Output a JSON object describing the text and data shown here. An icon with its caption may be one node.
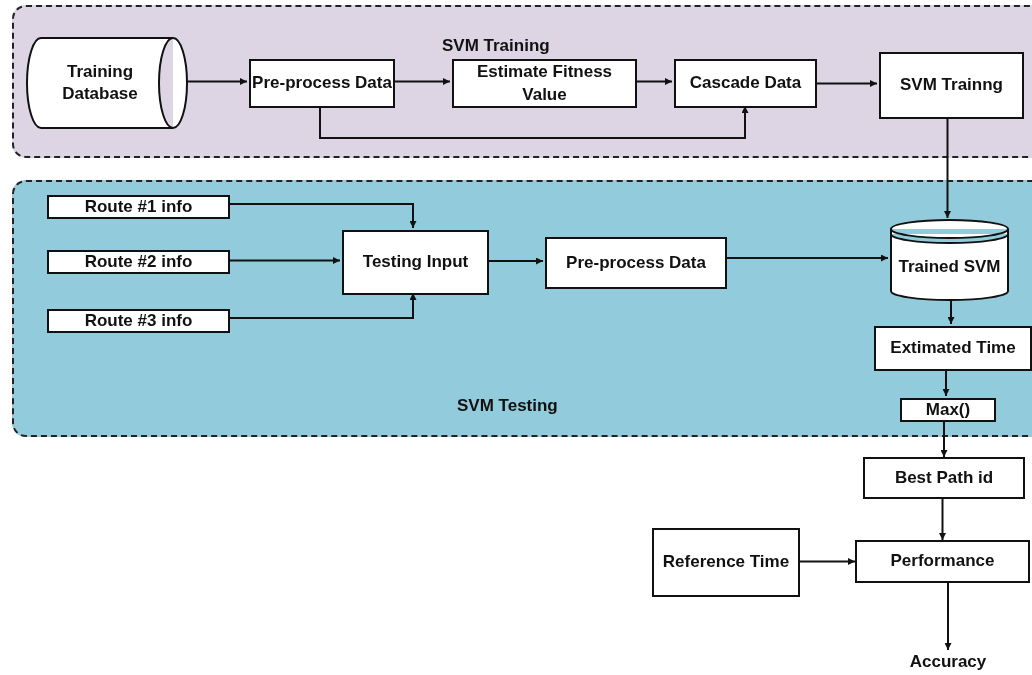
{
  "diagram": {
    "nodes": [
      {
        "text": [
          "SVM Training"
        ]
      },
      {
        "text": [
          "Training Database"
        ],
        "in": 0
      },
      {
        "text": [
          "Pre-process Data"
        ],
        "in": 0
      },
      {
        "text": [
          "Estimate Fitness Value"
        ],
        "in": 0
      },
      {
        "text": [
          "Cascade Data"
        ],
        "in": 0
      },
      {
        "text": [
          "SVM Trainng"
        ],
        "in": 0
      },
      {
        "text": [
          "SVM Testing"
        ]
      },
      {
        "text": [
          "Route #1 info"
        ],
        "in": 6
      },
      {
        "text": [
          "Route #2 info"
        ],
        "in": 6
      },
      {
        "text": [
          "Route #3 info"
        ],
        "in": 6
      },
      {
        "text": [
          "Testing Input"
        ],
        "in": 6
      },
      {
        "text": [
          "Pre-process Data"
        ],
        "in": 6
      },
      {
        "text": [
          "Trained SVM"
        ],
        "in": 6
      },
      {
        "text": [
          "Extimated Time"
        ],
        "in": 6
      },
      {
        "text": [
          "Max()"
        ],
        "in": 6
      },
      {
        "text": [
          "Best Path id"
        ]
      },
      {
        "text": [
          "Reference Time"
        ]
      },
      {
        "text": [
          "Performance"
        ]
      },
      {
        "text": [
          "Accuracy"
        ]
      }
    ],
    "edges": [
      {
        "from": 1,
        "to": 2,
        "arrow": "to"
      },
      {
        "from": 2,
        "to": 3,
        "arrow": "to"
      },
      {
        "from": 3,
        "to": 4,
        "arrow": "to"
      },
      {
        "from": 4,
        "to": 5,
        "arrow": "to"
      },
      {
        "from": 2,
        "to": 4,
        "arrow": "to"
      },
      {
        "from": 5,
        "to": 12,
        "arrow": "to"
      },
      {
        "from": 7,
        "to": 10,
        "arrow": "to"
      },
      {
        "from": 8,
        "to": 10,
        "arrow": "to"
      },
      {
        "from": 9,
        "to": 10,
        "arrow": "to"
      },
      {
        "from": 10,
        "to": 11,
        "arrow": "to"
      },
      {
        "from": 11,
        "to": 12,
        "arrow": "to"
      },
      {
        "from": 12,
        "to": 13,
        "arrow": "to"
      },
      {
        "from": 13,
        "to": 14,
        "arrow": "to"
      },
      {
        "from": 14,
        "to": 15,
        "arrow": "to"
      },
      {
        "from": 15,
        "to": 17,
        "arrow": "to"
      },
      {
        "from": 16,
        "to": 17,
        "arrow": "to"
      },
      {
        "from": 17,
        "to": 18,
        "arrow": "to"
      }
    ]
  }
}
